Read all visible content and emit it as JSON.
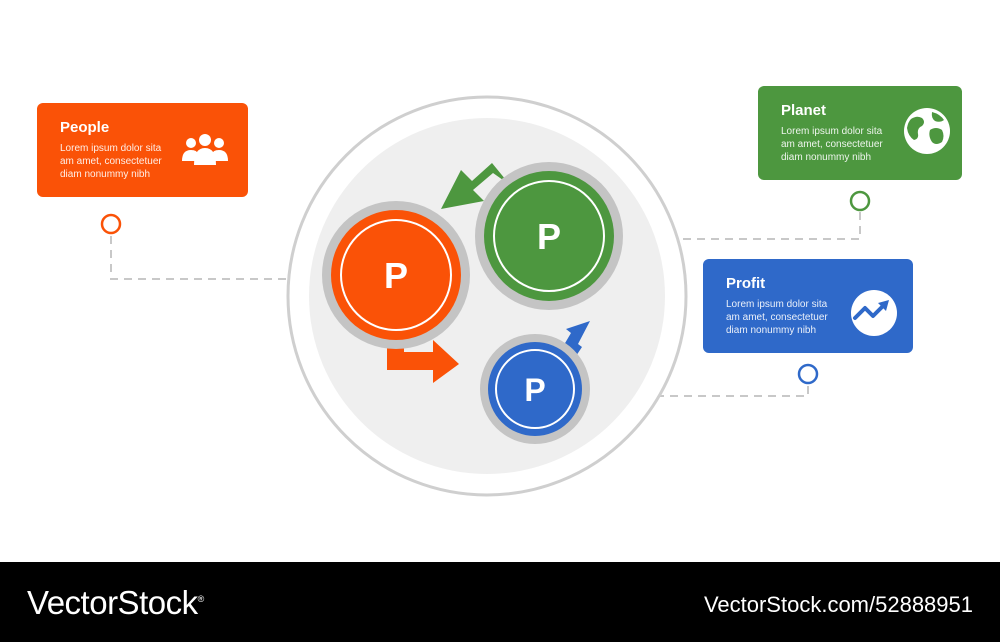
{
  "colors": {
    "orange": "#fa5207",
    "green": "#4d973f",
    "blue": "#2f69c9",
    "ring": "#c9c9c9",
    "dashes": "#c8c8c8"
  },
  "cards": [
    {
      "id": "people",
      "title": "People",
      "description": "Lorem ipsum dolor sita am amet, consectetuer diam nonummy  nibh",
      "icon": "people-icon"
    },
    {
      "id": "planet",
      "title": "Planet",
      "description": "Lorem ipsum dolor sita am amet, consectetuer diam nonummy  nibh",
      "icon": "globe-icon"
    },
    {
      "id": "profit",
      "title": "Profit",
      "description": "Lorem ipsum dolor sita am amet, consectetuer diam nonummy  nibh",
      "icon": "trend-up-icon"
    }
  ],
  "circles": {
    "orange_letter": "P",
    "green_letter": "P",
    "blue_letter": "P"
  },
  "footer": {
    "brand": "VectorStock",
    "registered": "®",
    "url": "VectorStock.com/52888951"
  }
}
